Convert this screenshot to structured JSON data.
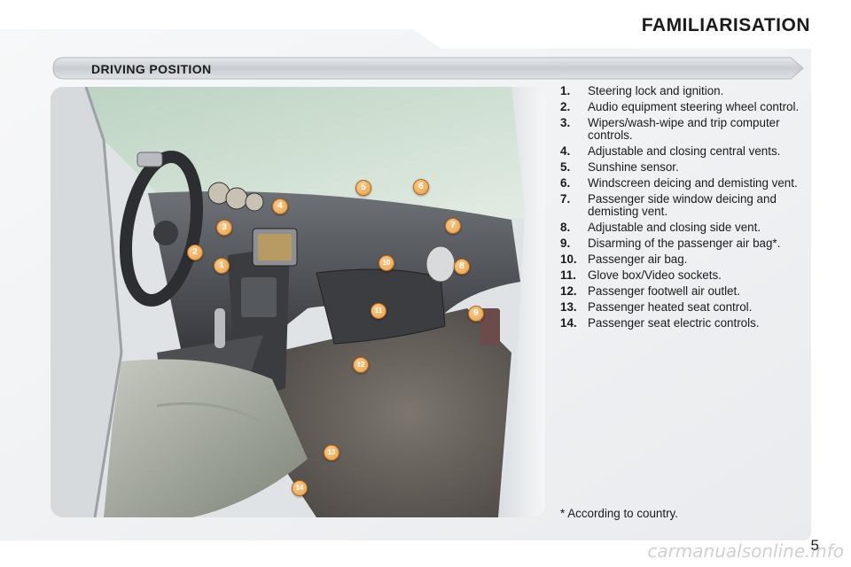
{
  "header": {
    "title": "FAMILIARISATION"
  },
  "section": {
    "title": "DRIVING POSITION"
  },
  "legend": [
    {
      "num": "1.",
      "text": "Steering lock and ignition."
    },
    {
      "num": "2.",
      "text": "Audio equipment steering wheel control."
    },
    {
      "num": "3.",
      "text": "Wipers/wash-wipe and trip computer controls."
    },
    {
      "num": "4.",
      "text": "Adjustable and closing central vents."
    },
    {
      "num": "5.",
      "text": "Sunshine sensor."
    },
    {
      "num": "6.",
      "text": "Windscreen deicing and demisting vent."
    },
    {
      "num": "7.",
      "text": "Passenger side window deicing and demisting vent."
    },
    {
      "num": "8.",
      "text": "Adjustable and closing side vent."
    },
    {
      "num": "9.",
      "text": "Disarming of the passenger air bag*."
    },
    {
      "num": "10.",
      "text": "Passenger air bag."
    },
    {
      "num": "11.",
      "text": "Glove box/Video sockets."
    },
    {
      "num": "12.",
      "text": "Passenger footwell air outlet."
    },
    {
      "num": "13.",
      "text": "Passenger heated seat control."
    },
    {
      "num": "14.",
      "text": "Passenger seat electric controls."
    }
  ],
  "callouts": [
    "1",
    "2",
    "3",
    "4",
    "5",
    "6",
    "7",
    "8",
    "9",
    "10",
    "11",
    "12",
    "13",
    "14"
  ],
  "footnote": "* According to country.",
  "page_number": "5",
  "watermark": "carmanualsonline.info",
  "colors": {
    "badge_fill": "#e9a24a",
    "badge_edge": "#b8661a",
    "section_bar": "#d3d6da",
    "page_band": "#dfe1e4"
  }
}
